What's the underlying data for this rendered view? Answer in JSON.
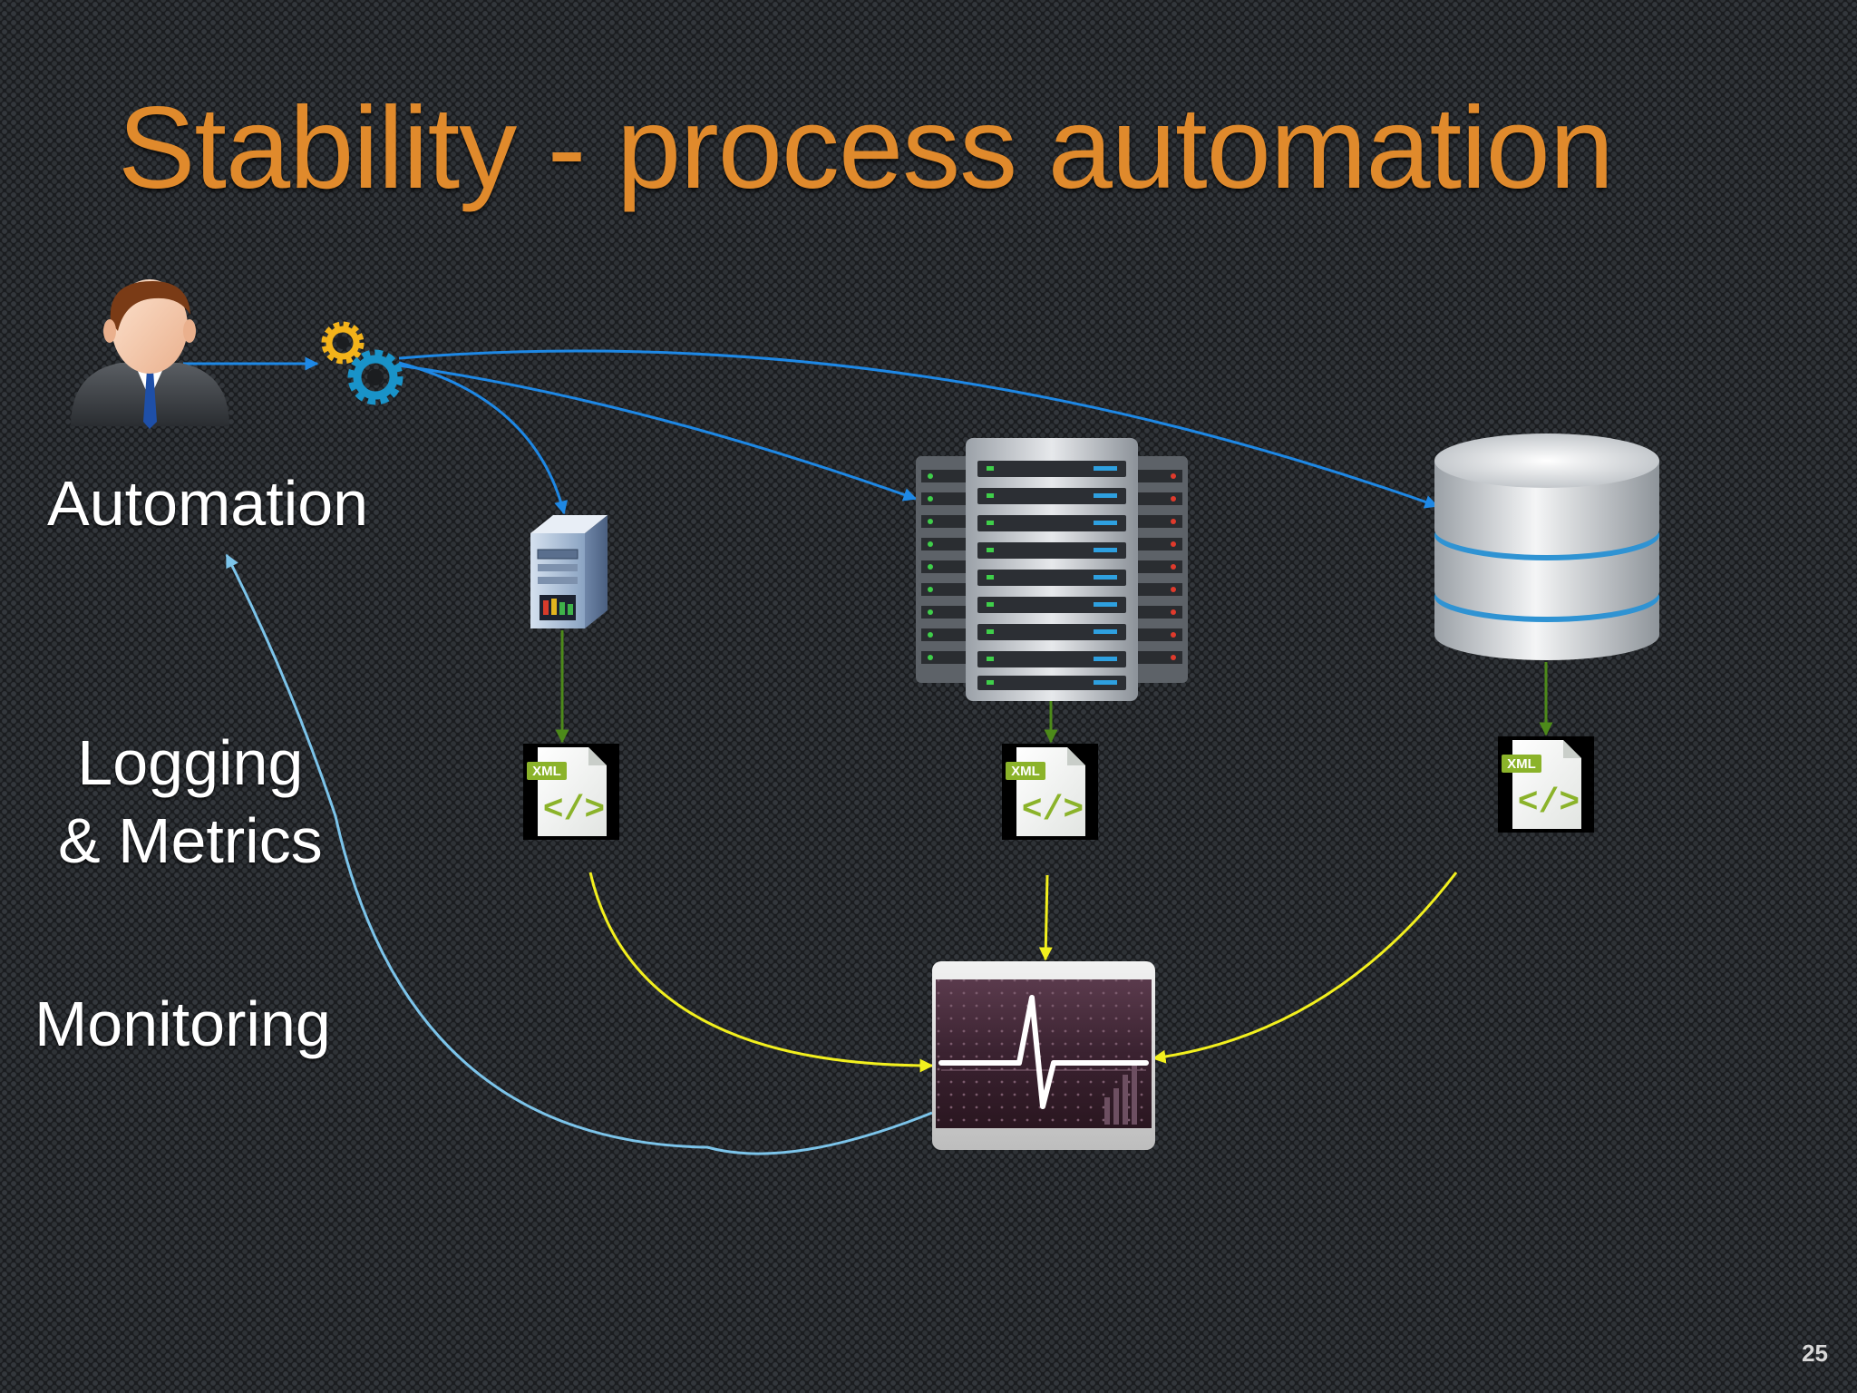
{
  "slide": {
    "title": "Stability - process automation",
    "labels": {
      "automation": "Automation",
      "logging_line1": "Logging",
      "logging_line2": "& Metrics",
      "monitoring": "Monitoring"
    },
    "xml_badge": "XML",
    "xml_symbol": "</>",
    "page_number": "25",
    "colors": {
      "title": "#e08a2c",
      "control_arrow": "#1e88e5",
      "log_arrow": "#4d8a1a",
      "metrics_arrow": "#f2f01e",
      "feedback_arrow": "#7cc4ea"
    }
  }
}
